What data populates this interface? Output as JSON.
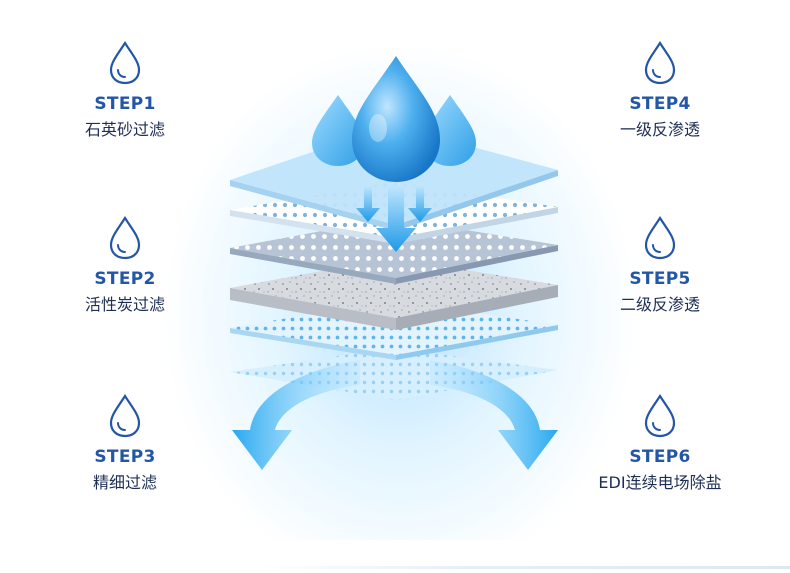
{
  "steps": [
    {
      "id": "step-1",
      "number": "STEP1",
      "description": "石英砂过滤",
      "icon": "water-drop-icon"
    },
    {
      "id": "step-2",
      "number": "STEP2",
      "description": "活性炭过滤",
      "icon": "water-drop-icon"
    },
    {
      "id": "step-3",
      "number": "STEP3",
      "description": "精细过滤",
      "icon": "water-drop-icon"
    },
    {
      "id": "step-4",
      "number": "STEP4",
      "description": "一级反渗透",
      "icon": "water-drop-icon"
    },
    {
      "id": "step-5",
      "number": "STEP5",
      "description": "二级反渗透",
      "icon": "water-drop-icon"
    },
    {
      "id": "step-6",
      "number": "STEP6",
      "description": "EDI连续电场除盐",
      "icon": "water-drop-icon"
    }
  ],
  "filter_layers": [
    {
      "name": "plain-sheet",
      "pattern": "none"
    },
    {
      "name": "perforated-sheet",
      "pattern": "dots"
    },
    {
      "name": "perforated-grey-sheet",
      "pattern": "dots"
    },
    {
      "name": "carbon-sheet",
      "pattern": "speckle"
    },
    {
      "name": "fine-dot-sheet",
      "pattern": "fine-dots"
    },
    {
      "name": "membrane-sheet",
      "pattern": "fine-dots"
    }
  ],
  "colors": {
    "step_title": "#2456a8",
    "step_text": "#1e2f55",
    "drop_stroke": "#2456a8",
    "water_blue": "#2f9fe6",
    "arrow_blue": "#1aa5ee"
  }
}
